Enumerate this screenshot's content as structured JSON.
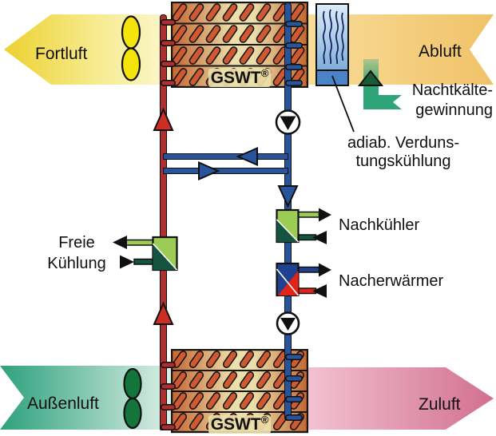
{
  "title": "GSWT heat-recovery ventilation schematic",
  "bands": {
    "fortluft": {
      "label": "Fortluft",
      "direction": "left",
      "color": "#ecd02b"
    },
    "abluft": {
      "label": "Abluft",
      "direction": "left",
      "color": "#f0c267"
    },
    "aussenluft": {
      "label": "Außenluft",
      "direction": "right",
      "color": "#2ea17d"
    },
    "zuluft": {
      "label": "Zuluft",
      "direction": "right",
      "color": "#d26f8e"
    }
  },
  "gswt": {
    "name": "GSWT",
    "reg": "®"
  },
  "annotations": {
    "nachtkaelte": {
      "line1": "Nachtkälte-",
      "line2": "gewinnung"
    },
    "adiab": {
      "line1": "adiab. Verduns-",
      "line2": "tungskühlung"
    },
    "nachkuehler": "Nachkühler",
    "nacherwaermer": "Nacherwärmer",
    "freie_kuehlung": {
      "line1": "Freie",
      "line2": "Kühlung"
    }
  },
  "colors": {
    "warm_pipe": "#ae2f2f",
    "cold_pipe": "#27549b",
    "flow_arrow_red": "#ce2d23",
    "cooler_light_green": "#9dcc55",
    "cooler_dark_green": "#155440",
    "heater_blue": "#20418d",
    "heater_red": "#e22417",
    "night_cooling_green": "#2fa479",
    "fan_exhaust": "#f5e30c",
    "fan_supply": "#14753b",
    "exchanger_tube": "#d0592f",
    "humidifier_water": "#4a84c6"
  }
}
